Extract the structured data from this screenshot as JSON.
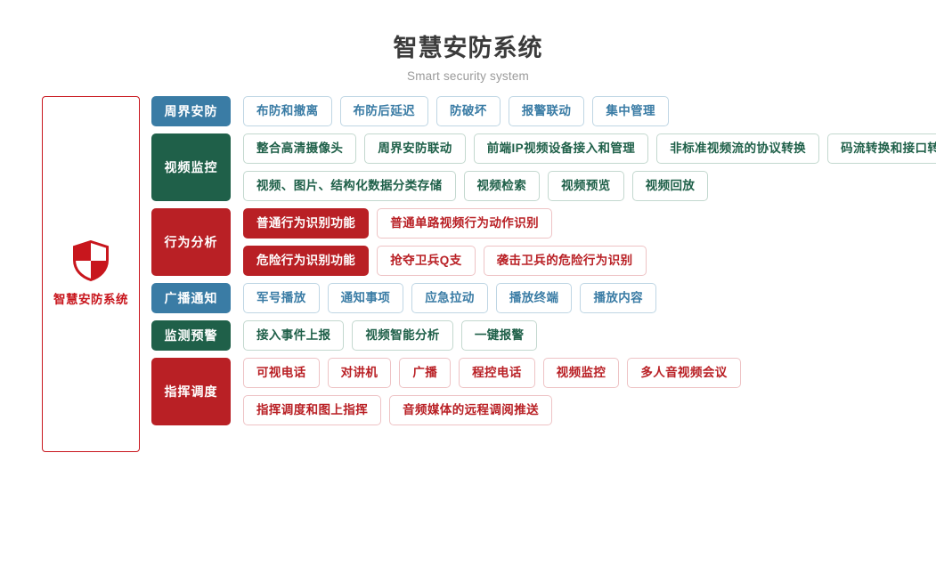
{
  "header": {
    "title": "智慧安防系统",
    "subtitle": "Smart security system"
  },
  "root": {
    "icon": "shield-icon",
    "label": "智慧安防系统",
    "border_color": "#c8161d",
    "text_color": "#c8161d"
  },
  "colors": {
    "blue": "#3a7ca5",
    "green": "#1f6049",
    "red": "#b92025",
    "title": "#3b3b3b",
    "subtitle": "#9a9a9a"
  },
  "rows": [
    {
      "category": "周界安防",
      "color": "blue",
      "lines": [
        [
          {
            "label": "布防和撤离",
            "filled": false
          },
          {
            "label": "布防后延迟",
            "filled": false
          },
          {
            "label": "防破坏",
            "filled": false
          },
          {
            "label": "报警联动",
            "filled": false
          },
          {
            "label": "集中管理",
            "filled": false
          }
        ]
      ]
    },
    {
      "category": "视频监控",
      "color": "green",
      "lines": [
        [
          {
            "label": "整合高清摄像头",
            "filled": false
          },
          {
            "label": "周界安防联动",
            "filled": false
          },
          {
            "label": "前端IP视频设备接入和管理",
            "filled": false
          },
          {
            "label": "非标准视频流的协议转换",
            "filled": false
          },
          {
            "label": "码流转换和接口转换",
            "filled": false
          }
        ],
        [
          {
            "label": "视频、图片、结构化数据分类存储",
            "filled": false
          },
          {
            "label": "视频检索",
            "filled": false
          },
          {
            "label": "视频预览",
            "filled": false
          },
          {
            "label": "视频回放",
            "filled": false
          }
        ]
      ]
    },
    {
      "category": "行为分析",
      "color": "red",
      "lines": [
        [
          {
            "label": "普通行为识别功能",
            "filled": true
          },
          {
            "label": "普通单路视频行为动作识别",
            "filled": false
          }
        ],
        [
          {
            "label": "危险行为识别功能",
            "filled": true
          },
          {
            "label": "抢夺卫兵Q支",
            "filled": false
          },
          {
            "label": "袭击卫兵的危险行为识别",
            "filled": false
          }
        ]
      ]
    },
    {
      "category": "广播通知",
      "color": "blue",
      "lines": [
        [
          {
            "label": "军号播放",
            "filled": false
          },
          {
            "label": "通知事项",
            "filled": false
          },
          {
            "label": "应急拉动",
            "filled": false
          },
          {
            "label": "播放终端",
            "filled": false
          },
          {
            "label": "播放内容",
            "filled": false
          }
        ]
      ]
    },
    {
      "category": "监测预警",
      "color": "green",
      "lines": [
        [
          {
            "label": "接入事件上报",
            "filled": false
          },
          {
            "label": "视频智能分析",
            "filled": false
          },
          {
            "label": "一键报警",
            "filled": false
          }
        ]
      ]
    },
    {
      "category": "指挥调度",
      "color": "red",
      "lines": [
        [
          {
            "label": "可视电话",
            "filled": false
          },
          {
            "label": "对讲机",
            "filled": false
          },
          {
            "label": "广播",
            "filled": false
          },
          {
            "label": "程控电话",
            "filled": false
          },
          {
            "label": "视频监控",
            "filled": false
          },
          {
            "label": "多人音视频会议",
            "filled": false
          }
        ],
        [
          {
            "label": "指挥调度和图上指挥",
            "filled": false
          },
          {
            "label": "音频媒体的远程调阅推送",
            "filled": false
          }
        ]
      ]
    }
  ]
}
